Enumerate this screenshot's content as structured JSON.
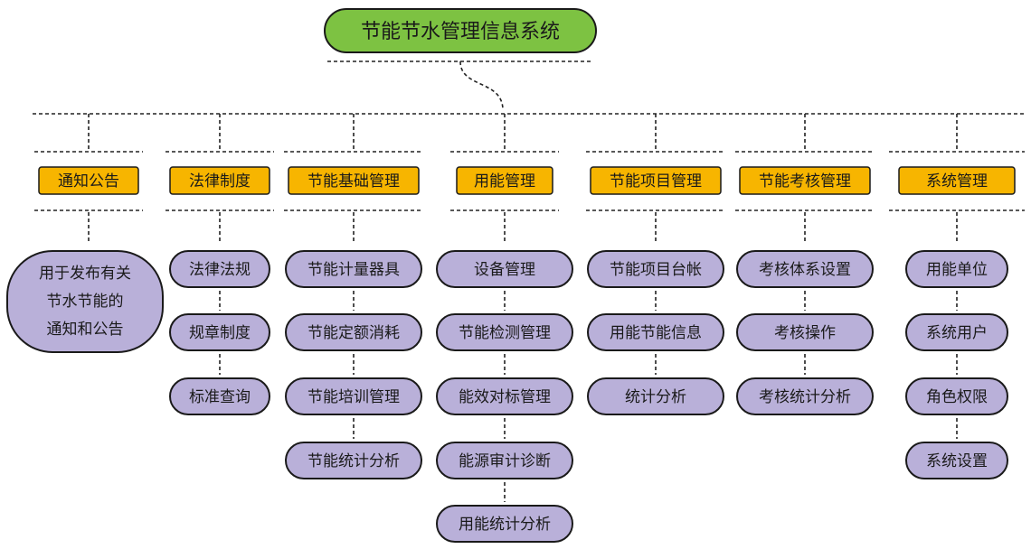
{
  "title": "节能节水管理信息系统",
  "colors": {
    "root_fill": "#7DC242",
    "category_fill": "#F7B500",
    "leaf_fill": "#B9B0D9",
    "stroke": "#1a1a1a",
    "line": "#222222"
  },
  "categories": [
    {
      "label": "通知公告",
      "items": [
        "用于发布有关节水节能的通知和公告"
      ],
      "item_lines": [
        [
          "用于发布有关",
          "节水节能的",
          "通知和公告"
        ]
      ]
    },
    {
      "label": "法律制度",
      "items": [
        "法律法规",
        "规章制度",
        "标准查询"
      ]
    },
    {
      "label": "节能基础管理",
      "items": [
        "节能计量器具",
        "节能定额消耗",
        "节能培训管理",
        "节能统计分析"
      ]
    },
    {
      "label": "用能管理",
      "items": [
        "设备管理",
        "节能检测管理",
        "能效对标管理",
        "能源审计诊断",
        "用能统计分析"
      ]
    },
    {
      "label": "节能项目管理",
      "items": [
        "节能项目台帐",
        "用能节能信息",
        "统计分析"
      ]
    },
    {
      "label": "节能考核管理",
      "items": [
        "考核体系设置",
        "考核操作",
        "考核统计分析"
      ]
    },
    {
      "label": "系统管理",
      "items": [
        "用能单位",
        "系统用户",
        "角色权限",
        "系统设置"
      ]
    }
  ]
}
